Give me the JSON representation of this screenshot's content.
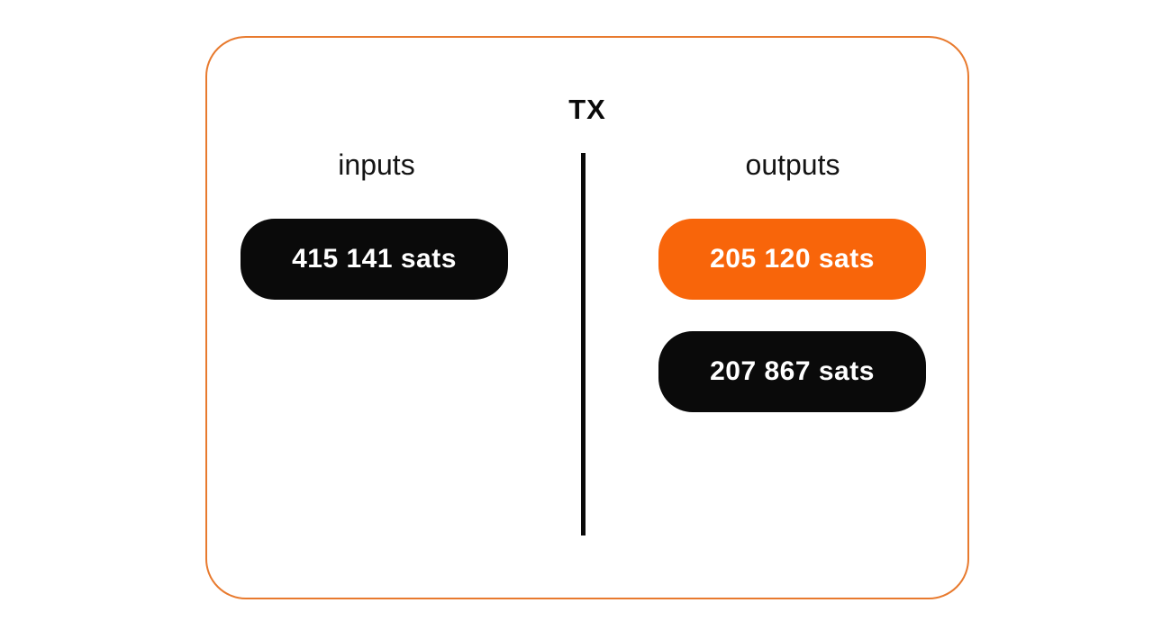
{
  "diagram": {
    "title": "TX",
    "inputs": {
      "label": "inputs",
      "items": [
        {
          "amount": "415 141 sats",
          "color": "#0A0A0A"
        }
      ]
    },
    "outputs": {
      "label": "outputs",
      "items": [
        {
          "amount": "205 120 sats",
          "color": "#F8650A"
        },
        {
          "amount": "207 867 sats",
          "color": "#0A0A0A"
        }
      ]
    },
    "colors": {
      "accent_orange": "#F8650A",
      "pill_black": "#0A0A0A",
      "frame_border": "#E87A2E",
      "label_text": "#141414",
      "pill_text": "#FFFFFF"
    }
  }
}
